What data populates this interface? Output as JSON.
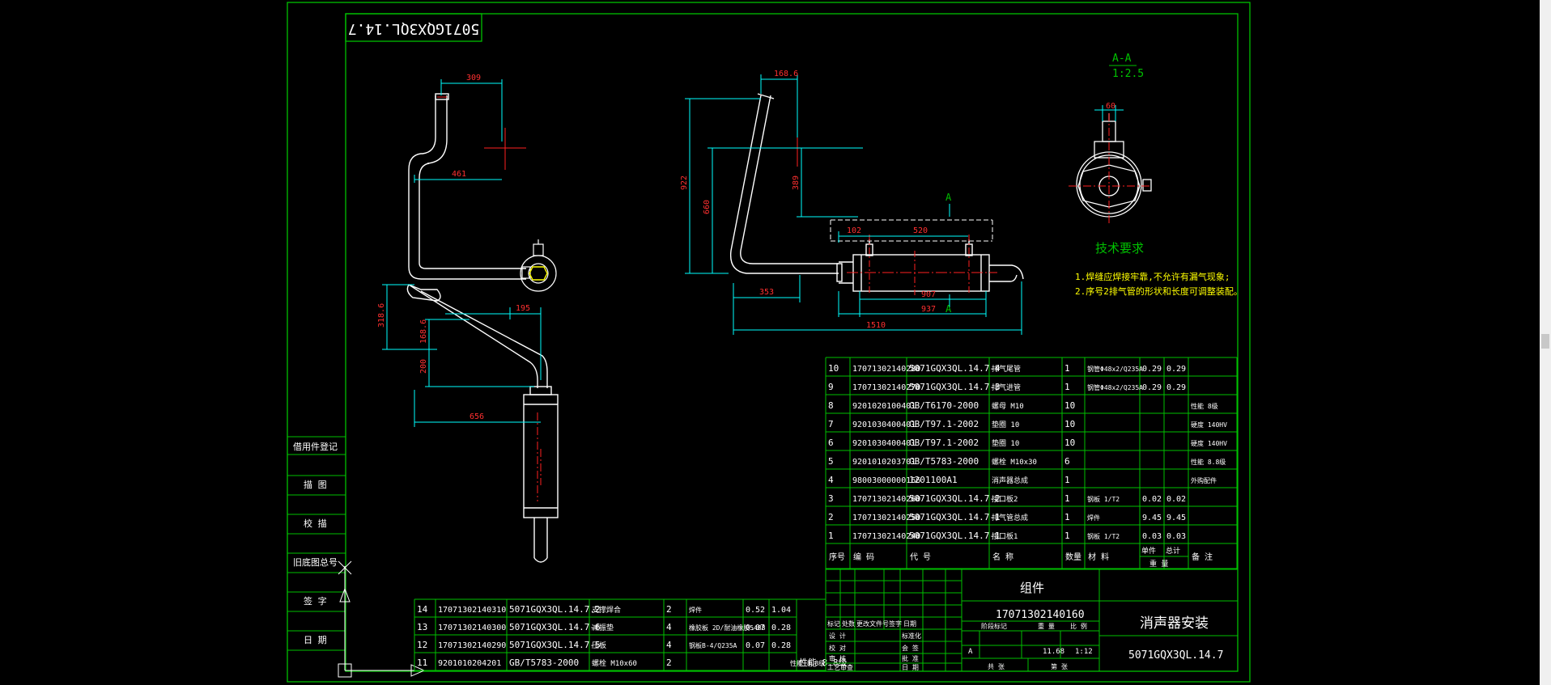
{
  "colors": {
    "frame": "#00c000",
    "part": "#ffffff",
    "dimension": "#00ffff",
    "dim_text": "#ff3030",
    "center": "#ff2020",
    "table_text": "#ffffff",
    "note_text": "#ffff00",
    "background": "#000000"
  },
  "drawing_number_rotated": "5071GQX3QL.14.7",
  "section_label": "A-A",
  "section_scale": "1:2.5",
  "section_mark": "A",
  "tech_req": {
    "title": "技术要求",
    "lines": [
      "1.焊缝应焊接牢靠,不允许有漏气现象;",
      "2.序号2排气管的形状和长度可调整装配。"
    ]
  },
  "dims": {
    "left_top_width": "309",
    "left_mid_width": "461",
    "left_low_width": "195",
    "left_bottom_width": "656",
    "left_v1": "318.6",
    "left_v2": "168.6",
    "left_v3": "200",
    "side_top": "168.6",
    "side_height": "922",
    "side_height2": "660",
    "side_rise": "389",
    "side_bottom": "353",
    "muffler_offset": "102",
    "muffler_span": "520",
    "muffler_body": "907",
    "muffler_total": "937",
    "overall_length": "1510",
    "section_width": "60"
  },
  "bom_upper": {
    "rows": [
      {
        "no": "10",
        "code": "17071302140280",
        "drawing": "5071GQX3QL.14.7-4",
        "name": "排气尾管",
        "qty": "1",
        "material": "钢管Φ48x2/Q235A",
        "unit": "0.29",
        "total": "0.29",
        "note": ""
      },
      {
        "no": "9",
        "code": "17071302140270",
        "drawing": "5071GQX3QL.14.7-3",
        "name": "排气进管",
        "qty": "1",
        "material": "钢管Φ48x2/Q235A",
        "unit": "0.29",
        "total": "0.29",
        "note": ""
      },
      {
        "no": "8",
        "code": "9201020100401",
        "drawing": "GB/T6170-2000",
        "name": "螺母 M10",
        "qty": "10",
        "material": "",
        "unit": "",
        "total": "",
        "note": "性能 8级"
      },
      {
        "no": "7",
        "code": "9201030400401",
        "drawing": "GB/T97.1-2002",
        "name": "垫圈 10",
        "qty": "10",
        "material": "",
        "unit": "",
        "total": "",
        "note": "硬度 140HV"
      },
      {
        "no": "6",
        "code": "9201030400401",
        "drawing": "GB/T97.1-2002",
        "name": "垫圈 10",
        "qty": "10",
        "material": "",
        "unit": "",
        "total": "",
        "note": "硬度 140HV"
      },
      {
        "no": "5",
        "code": "9201010203701",
        "drawing": "GB/T5783-2000",
        "name": "螺栓 M10x30",
        "qty": "6",
        "material": "",
        "unit": "",
        "total": "",
        "note": "性能 8.8级"
      },
      {
        "no": "4",
        "code": "98003000000166",
        "drawing": "1201100A1",
        "name": "消声器总成",
        "qty": "1",
        "material": "",
        "unit": "",
        "total": "",
        "note": "外购配件"
      },
      {
        "no": "3",
        "code": "17071302140260",
        "drawing": "5071GQX3QL.14.7-2",
        "name": "接口板2",
        "qty": "1",
        "material": "钢板 1/T2",
        "unit": "0.02",
        "total": "0.02",
        "note": ""
      },
      {
        "no": "2",
        "code": "17071302140250",
        "drawing": "5071GQX3QL.14.7-1",
        "name": "排气管总成",
        "qty": "1",
        "material": "焊件",
        "unit": "9.45",
        "total": "9.45",
        "note": ""
      },
      {
        "no": "1",
        "code": "17071302140240",
        "drawing": "5071GQX3QL.14.7-1",
        "name": "接口板1",
        "qty": "1",
        "material": "钢板 1/T2",
        "unit": "0.03",
        "total": "0.03",
        "note": ""
      }
    ],
    "header": {
      "no": "序号",
      "code": "编 码",
      "drawing": "代 号",
      "name": "名 称",
      "qty": "数量",
      "material": "材 料",
      "weight_unit": "单件",
      "weight_total": "总计",
      "weight": "重 量",
      "note": "备 注"
    }
  },
  "bom_lower": {
    "rows": [
      {
        "no": "14",
        "code": "17071302140310",
        "drawing": "5071GQX3QL.14.7.2",
        "name": "支撑焊合",
        "qty": "2",
        "material": "焊件",
        "unit": "0.52",
        "total": "1.04",
        "note": ""
      },
      {
        "no": "13",
        "code": "17071302140300",
        "drawing": "5071GQX3QL.14.7-6",
        "name": "减振垫",
        "qty": "4",
        "material": "橡胶板 2D/耐油橡胶5488",
        "unit": "0.07",
        "total": "0.28",
        "note": ""
      },
      {
        "no": "12",
        "code": "17071302140290",
        "drawing": "5071GQX3QL.14.7-5",
        "name": "压板",
        "qty": "4",
        "material": "钢板B-4/Q235A",
        "unit": "0.07",
        "total": "0.28",
        "note": ""
      },
      {
        "no": "11",
        "code": "9201010204201",
        "drawing": "GB/T5783-2000",
        "name": "螺栓 M10x60",
        "qty": "2",
        "material": "",
        "unit": "",
        "total": "",
        "note": "性能 8.8级"
      }
    ]
  },
  "title_block": {
    "assembly_type": "组件",
    "code": "17071302140160",
    "name": "消声器安装",
    "drawing_no": "5071GQX3QL.14.7",
    "stage_label": "阶段标记",
    "weight_label": "重 量",
    "scale_label": "比 例",
    "stage": "A",
    "weight": "11.68",
    "scale": "1:12",
    "sheet_total": "共 张",
    "sheet_no": "第 张",
    "rev_headers": [
      "标记",
      "处数",
      "更改文件号",
      "签字",
      "日期"
    ],
    "roles": [
      "设 计",
      "校 对",
      "审 核",
      "工艺审查"
    ],
    "roles_mid": [
      "标准化",
      "会 签",
      "批 准",
      "日 期"
    ]
  },
  "side_labels": [
    "借用件登记",
    "描 图",
    "校 描",
    "旧底图总号",
    "签 字",
    "日 期"
  ]
}
